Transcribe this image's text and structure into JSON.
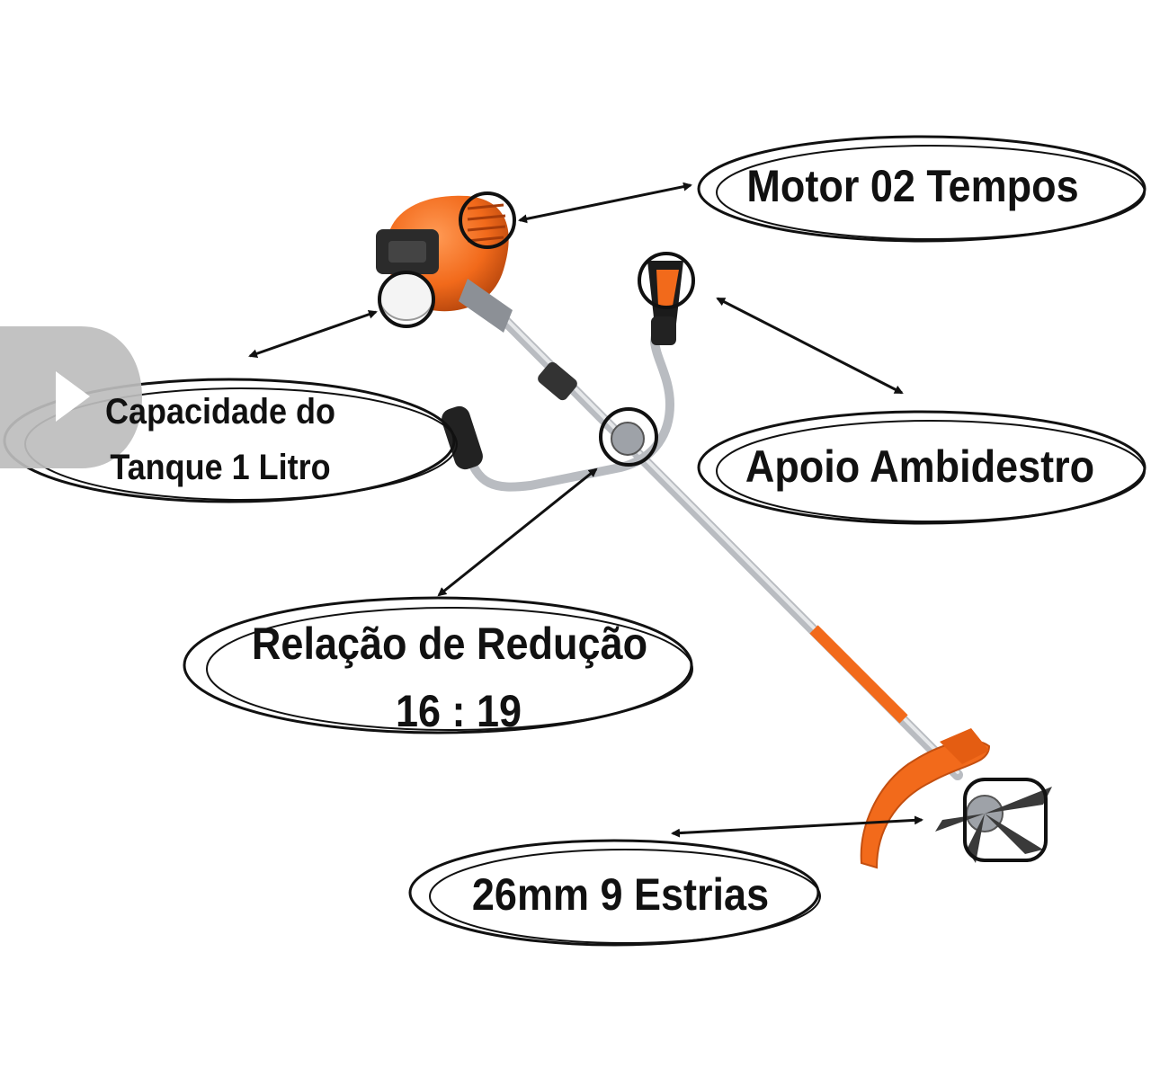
{
  "labels": {
    "motor": "Motor 02 Tempos",
    "apoio": "Apoio Ambidestro",
    "tanque_line1": "Capacidade do",
    "tanque_line2": "Tanque 1 Litro",
    "reducao_line1": "Relação de Redução",
    "reducao_line2": "16 : 19",
    "estrias": "26mm 9 Estrias"
  },
  "icons": {
    "play": "play-icon"
  },
  "colors": {
    "engine_orange": "#f26a1b",
    "shaft_silver": "#c9ccd0",
    "ink": "#111111",
    "overlay_grey": "#bdbdbd"
  }
}
